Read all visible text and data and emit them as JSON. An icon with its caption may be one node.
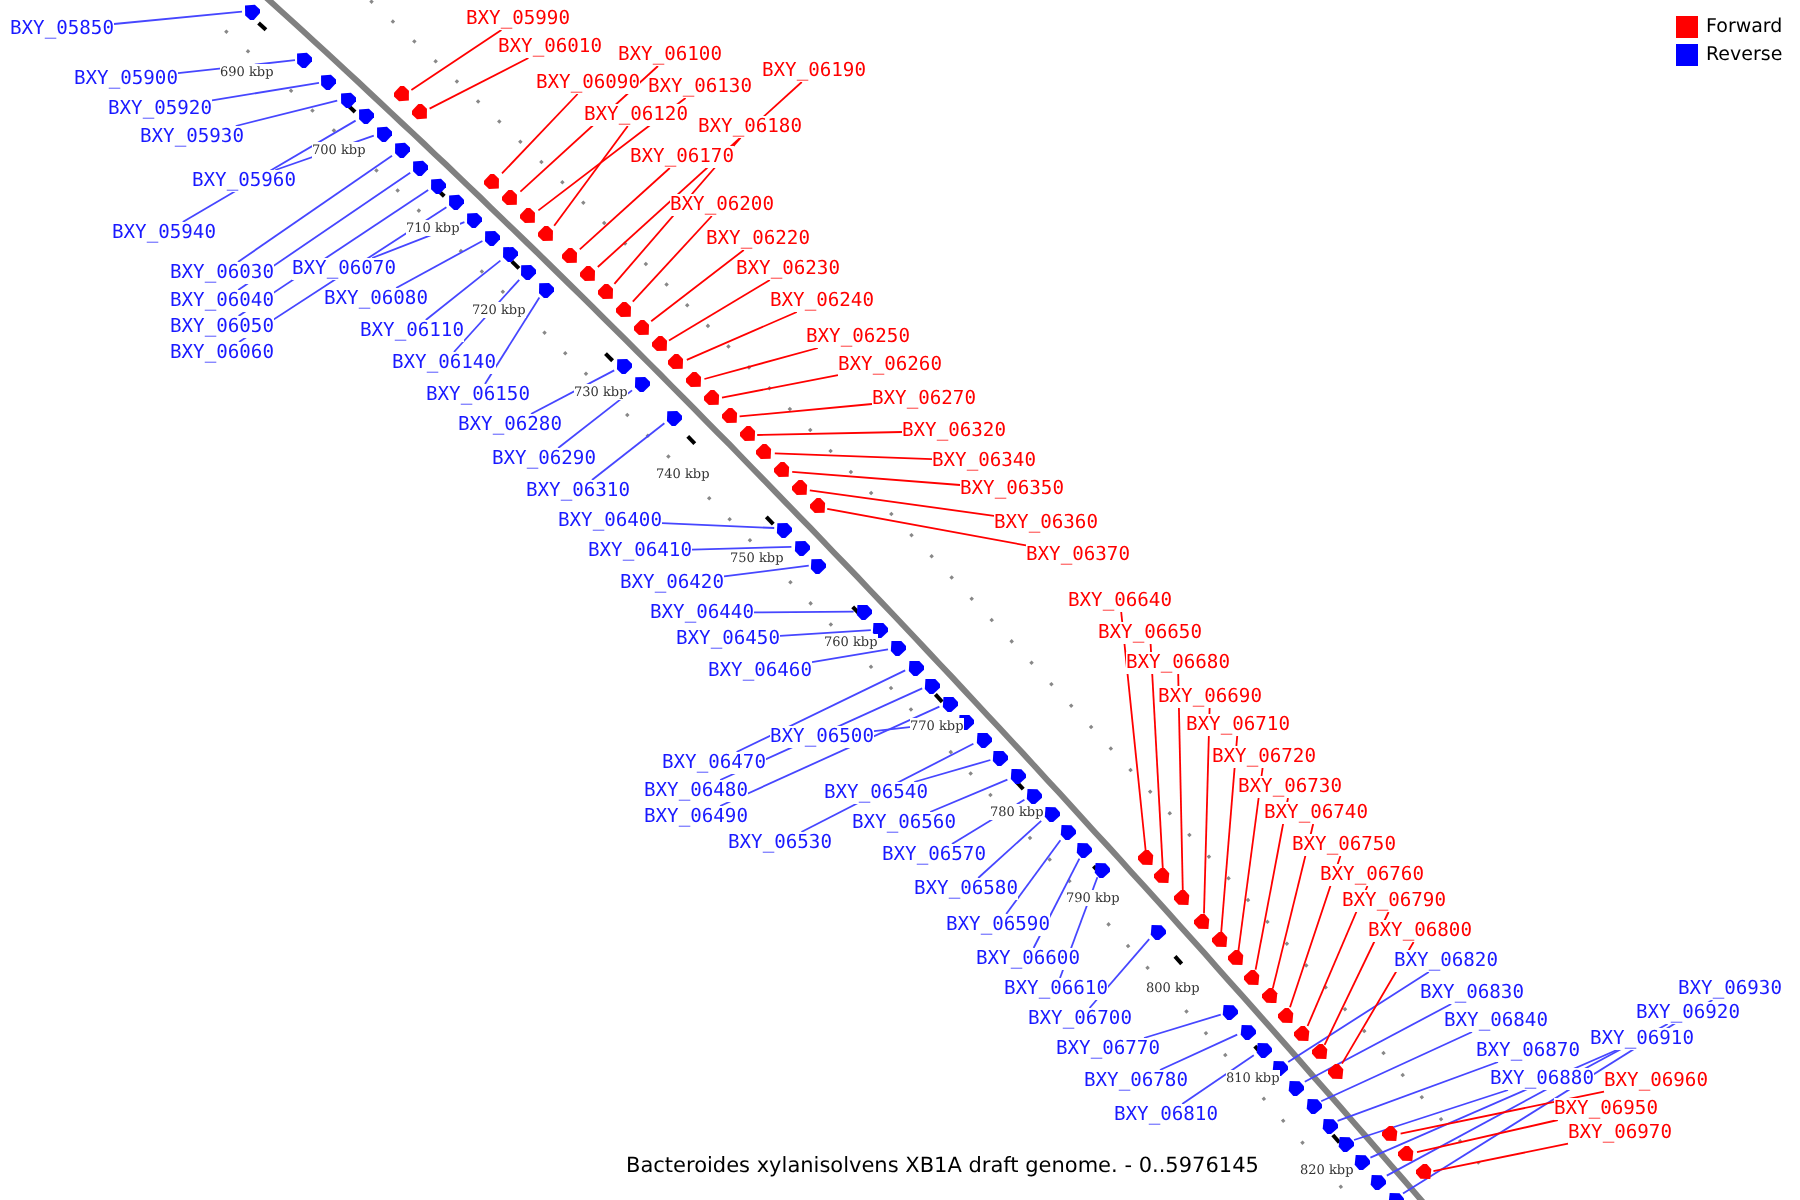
{
  "diagram": {
    "caption": "Bacteroides xylanisolvens XB1A draft genome. - 0..5976145",
    "nodes": [
      {
        "text": [
          "BXY_05850"
        ]
      },
      {
        "text": [],
        "shape": "arrow"
      },
      {
        "text": [
          "BXY_05900"
        ]
      },
      {
        "text": [],
        "shape": "arrow"
      },
      {
        "text": [
          "BXY_05920"
        ]
      },
      {
        "text": [],
        "shape": "arrow"
      },
      {
        "text": [
          "BXY_05930"
        ]
      },
      {
        "text": [],
        "shape": "arrow"
      },
      {
        "text": [
          "BXY_05960"
        ]
      },
      {
        "text": [],
        "shape": "arrow"
      },
      {
        "text": [
          "BXY_05940"
        ]
      },
      {
        "text": [],
        "shape": "arrow"
      },
      {
        "text": [
          "BXY_06030"
        ]
      },
      {
        "text": [],
        "shape": "arrow"
      },
      {
        "text": [
          "BXY_06040"
        ]
      },
      {
        "text": [],
        "shape": "arrow"
      },
      {
        "text": [
          "BXY_06050"
        ]
      },
      {
        "text": [],
        "shape": "arrow"
      },
      {
        "text": [
          "BXY_06060"
        ]
      },
      {
        "text": [],
        "shape": "arrow"
      },
      {
        "text": [
          "BXY_06070"
        ]
      },
      {
        "text": [],
        "shape": "arrow"
      },
      {
        "text": [
          "BXY_06080"
        ]
      },
      {
        "text": [],
        "shape": "arrow"
      },
      {
        "text": [
          "BXY_06110"
        ]
      },
      {
        "text": [],
        "shape": "arrow"
      },
      {
        "text": [
          "BXY_06140"
        ]
      },
      {
        "text": [],
        "shape": "arrow"
      },
      {
        "text": [
          "BXY_06150"
        ]
      },
      {
        "text": [],
        "shape": "arrow"
      },
      {
        "text": [
          "BXY_06280"
        ]
      },
      {
        "text": [],
        "shape": "arrow"
      },
      {
        "text": [
          "BXY_06290"
        ]
      },
      {
        "text": [],
        "shape": "arrow"
      },
      {
        "text": [
          "BXY_06310"
        ]
      },
      {
        "text": [],
        "shape": "arrow"
      },
      {
        "text": [
          "BXY_06400"
        ]
      },
      {
        "text": [],
        "shape": "arrow"
      },
      {
        "text": [
          "BXY_06410"
        ]
      },
      {
        "text": [],
        "shape": "arrow"
      },
      {
        "text": [
          "BXY_06420"
        ]
      },
      {
        "text": [],
        "shape": "arrow"
      },
      {
        "text": [
          "BXY_06440"
        ]
      },
      {
        "text": [],
        "shape": "arrow"
      },
      {
        "text": [
          "BXY_06450"
        ]
      },
      {
        "text": [],
        "shape": "arrow"
      },
      {
        "text": [
          "BXY_06460"
        ]
      },
      {
        "text": [],
        "shape": "arrow"
      },
      {
        "text": [
          "BXY_06470"
        ]
      },
      {
        "text": [],
        "shape": "arrow"
      },
      {
        "text": [
          "BXY_06480"
        ]
      },
      {
        "text": [],
        "shape": "arrow"
      },
      {
        "text": [
          "BXY_06490"
        ]
      },
      {
        "text": [],
        "shape": "arrow"
      },
      {
        "text": [
          "BXY_06500"
        ]
      },
      {
        "text": [],
        "shape": "arrow"
      },
      {
        "text": [
          "BXY_06530"
        ]
      },
      {
        "text": [],
        "shape": "arrow"
      },
      {
        "text": [
          "BXY_06540"
        ]
      },
      {
        "text": [],
        "shape": "arrow"
      },
      {
        "text": [
          "BXY_06560"
        ]
      },
      {
        "text": [],
        "shape": "arrow"
      },
      {
        "text": [
          "BXY_06570"
        ]
      },
      {
        "text": [],
        "shape": "arrow"
      },
      {
        "text": [
          "BXY_06580"
        ]
      },
      {
        "text": [],
        "shape": "arrow"
      },
      {
        "text": [
          "BXY_06590"
        ]
      },
      {
        "text": [],
        "shape": "arrow"
      },
      {
        "text": [
          "BXY_06600"
        ]
      },
      {
        "text": [],
        "shape": "arrow"
      },
      {
        "text": [
          "BXY_06610"
        ]
      },
      {
        "text": [],
        "shape": "arrow"
      },
      {
        "text": [
          "BXY_06700"
        ]
      },
      {
        "text": [],
        "shape": "arrow"
      },
      {
        "text": [
          "BXY_06770"
        ]
      },
      {
        "text": [],
        "shape": "arrow"
      },
      {
        "text": [
          "BXY_06780"
        ]
      },
      {
        "text": [],
        "shape": "arrow"
      },
      {
        "text": [
          "BXY_06810"
        ]
      },
      {
        "text": [],
        "shape": "arrow"
      },
      {
        "text": [
          "BXY_06820"
        ]
      },
      {
        "text": [],
        "shape": "arrow"
      },
      {
        "text": [
          "BXY_06830"
        ]
      },
      {
        "text": [],
        "shape": "arrow"
      },
      {
        "text": [
          "BXY_06840"
        ]
      },
      {
        "text": [],
        "shape": "arrow"
      },
      {
        "text": [
          "BXY_06870"
        ]
      },
      {
        "text": [],
        "shape": "arrow"
      },
      {
        "text": [
          "BXY_06880"
        ]
      },
      {
        "text": [],
        "shape": "arrow"
      },
      {
        "text": [
          "BXY_06910"
        ]
      },
      {
        "text": [],
        "shape": "arrow"
      },
      {
        "text": [
          "BXY_06920"
        ]
      },
      {
        "text": [],
        "shape": "arrow"
      },
      {
        "text": [
          "BXY_06930"
        ]
      },
      {
        "text": [],
        "shape": "arrow"
      },
      {
        "text": [
          "BXY_05990"
        ]
      },
      {
        "text": [],
        "shape": "arrow"
      },
      {
        "text": [
          "BXY_06010"
        ]
      },
      {
        "text": [],
        "shape": "arrow"
      },
      {
        "text": [
          "BXY_06100"
        ]
      },
      {
        "text": [],
        "shape": "arrow"
      },
      {
        "text": [
          "BXY_06090"
        ]
      },
      {
        "text": [],
        "shape": "arrow"
      },
      {
        "text": [
          "BXY_06130"
        ]
      },
      {
        "text": [],
        "shape": "arrow"
      },
      {
        "text": [
          "BXY_06190"
        ]
      },
      {
        "text": [],
        "shape": "arrow"
      },
      {
        "text": [
          "BXY_06120"
        ]
      },
      {
        "text": [],
        "shape": "arrow"
      },
      {
        "text": [
          "BXY_06180"
        ]
      },
      {
        "text": [],
        "shape": "arrow"
      },
      {
        "text": [
          "BXY_06170"
        ]
      },
      {
        "text": [],
        "shape": "arrow"
      },
      {
        "text": [
          "BXY_06200"
        ]
      },
      {
        "text": [],
        "shape": "arrow"
      },
      {
        "text": [
          "BXY_06220"
        ]
      },
      {
        "text": [],
        "shape": "arrow"
      },
      {
        "text": [
          "BXY_06230"
        ]
      },
      {
        "text": [],
        "shape": "arrow"
      },
      {
        "text": [
          "BXY_06240"
        ]
      },
      {
        "text": [],
        "shape": "arrow"
      },
      {
        "text": [
          "BXY_06250"
        ]
      },
      {
        "text": [],
        "shape": "arrow"
      },
      {
        "text": [
          "BXY_06260"
        ]
      },
      {
        "text": [],
        "shape": "arrow"
      },
      {
        "text": [
          "BXY_06270"
        ]
      },
      {
        "text": [],
        "shape": "arrow"
      },
      {
        "text": [
          "BXY_06320"
        ]
      },
      {
        "text": [],
        "shape": "arrow"
      },
      {
        "text": [
          "BXY_06340"
        ]
      },
      {
        "text": [],
        "shape": "arrow"
      },
      {
        "text": [
          "BXY_06350"
        ]
      },
      {
        "text": [],
        "shape": "arrow"
      },
      {
        "text": [
          "BXY_06360"
        ]
      },
      {
        "text": [],
        "shape": "arrow"
      },
      {
        "text": [
          "BXY_06370"
        ]
      },
      {
        "text": [],
        "shape": "arrow"
      },
      {
        "text": [
          "BXY_06640"
        ]
      },
      {
        "text": [],
        "shape": "arrow"
      },
      {
        "text": [
          "BXY_06650"
        ]
      },
      {
        "text": [],
        "shape": "arrow"
      },
      {
        "text": [
          "BXY_06680"
        ]
      },
      {
        "text": [],
        "shape": "arrow"
      },
      {
        "text": [
          "BXY_06690"
        ]
      },
      {
        "text": [],
        "shape": "arrow"
      },
      {
        "text": [
          "BXY_06710"
        ]
      },
      {
        "text": [],
        "shape": "arrow"
      },
      {
        "text": [
          "BXY_06720"
        ]
      },
      {
        "text": [],
        "shape": "arrow"
      },
      {
        "text": [
          "BXY_06730"
        ]
      },
      {
        "text": [],
        "shape": "arrow"
      },
      {
        "text": [
          "BXY_06740"
        ]
      },
      {
        "text": [],
        "shape": "arrow"
      },
      {
        "text": [
          "BXY_06750"
        ]
      },
      {
        "text": [],
        "shape": "arrow"
      },
      {
        "text": [
          "BXY_06760"
        ]
      },
      {
        "text": [],
        "shape": "arrow"
      },
      {
        "text": [
          "BXY_06790"
        ]
      },
      {
        "text": [],
        "shape": "arrow"
      },
      {
        "text": [
          "BXY_06800"
        ]
      },
      {
        "text": [],
        "shape": "arrow"
      },
      {
        "text": [
          "BXY_06960"
        ]
      },
      {
        "text": [],
        "shape": "arrow"
      },
      {
        "text": [
          "BXY_06950"
        ]
      },
      {
        "text": [],
        "shape": "arrow"
      },
      {
        "text": [
          "BXY_06970"
        ]
      },
      {
        "text": [],
        "shape": "arrow"
      }
    ],
    "edges": [
      {
        "from": 0,
        "to": 1,
        "arrow": "none"
      },
      {
        "from": 2,
        "to": 3,
        "arrow": "none"
      },
      {
        "from": 4,
        "to": 5,
        "arrow": "none"
      },
      {
        "from": 6,
        "to": 7,
        "arrow": "none"
      },
      {
        "from": 8,
        "to": 9,
        "arrow": "none"
      },
      {
        "from": 10,
        "to": 11,
        "arrow": "none"
      },
      {
        "from": 12,
        "to": 13,
        "arrow": "none"
      },
      {
        "from": 14,
        "to": 15,
        "arrow": "none"
      },
      {
        "from": 16,
        "to": 17,
        "arrow": "none"
      },
      {
        "from": 18,
        "to": 19,
        "arrow": "none"
      },
      {
        "from": 20,
        "to": 21,
        "arrow": "none"
      },
      {
        "from": 22,
        "to": 23,
        "arrow": "none"
      },
      {
        "from": 24,
        "to": 25,
        "arrow": "none"
      },
      {
        "from": 26,
        "to": 27,
        "arrow": "none"
      },
      {
        "from": 28,
        "to": 29,
        "arrow": "none"
      },
      {
        "from": 30,
        "to": 31,
        "arrow": "none"
      },
      {
        "from": 32,
        "to": 33,
        "arrow": "none"
      },
      {
        "from": 34,
        "to": 35,
        "arrow": "none"
      },
      {
        "from": 36,
        "to": 37,
        "arrow": "none"
      },
      {
        "from": 38,
        "to": 39,
        "arrow": "none"
      },
      {
        "from": 40,
        "to": 41,
        "arrow": "none"
      },
      {
        "from": 42,
        "to": 43,
        "arrow": "none"
      },
      {
        "from": 44,
        "to": 45,
        "arrow": "none"
      },
      {
        "from": 46,
        "to": 47,
        "arrow": "none"
      },
      {
        "from": 48,
        "to": 49,
        "arrow": "none"
      },
      {
        "from": 50,
        "to": 51,
        "arrow": "none"
      },
      {
        "from": 52,
        "to": 53,
        "arrow": "none"
      },
      {
        "from": 54,
        "to": 55,
        "arrow": "none"
      },
      {
        "from": 56,
        "to": 57,
        "arrow": "none"
      },
      {
        "from": 58,
        "to": 59,
        "arrow": "none"
      },
      {
        "from": 60,
        "to": 61,
        "arrow": "none"
      },
      {
        "from": 62,
        "to": 63,
        "arrow": "none"
      },
      {
        "from": 64,
        "to": 65,
        "arrow": "none"
      },
      {
        "from": 66,
        "to": 67,
        "arrow": "none"
      },
      {
        "from": 68,
        "to": 69,
        "arrow": "none"
      },
      {
        "from": 70,
        "to": 71,
        "arrow": "none"
      },
      {
        "from": 72,
        "to": 73,
        "arrow": "none"
      },
      {
        "from": 74,
        "to": 75,
        "arrow": "none"
      },
      {
        "from": 76,
        "to": 77,
        "arrow": "none"
      },
      {
        "from": 78,
        "to": 79,
        "arrow": "none"
      },
      {
        "from": 80,
        "to": 81,
        "arrow": "none"
      },
      {
        "from": 82,
        "to": 83,
        "arrow": "none"
      },
      {
        "from": 84,
        "to": 85,
        "arrow": "none"
      },
      {
        "from": 86,
        "to": 87,
        "arrow": "none"
      },
      {
        "from": 88,
        "to": 89,
        "arrow": "none"
      },
      {
        "from": 90,
        "to": 91,
        "arrow": "none"
      },
      {
        "from": 92,
        "to": 93,
        "arrow": "none"
      },
      {
        "from": 94,
        "to": 95,
        "arrow": "none"
      },
      {
        "from": 96,
        "to": 97,
        "arrow": "none",
        "color": "#ff0000"
      },
      {
        "from": 98,
        "to": 99,
        "arrow": "none",
        "color": "#ff0000"
      },
      {
        "from": 100,
        "to": 101,
        "arrow": "none",
        "color": "#ff0000"
      },
      {
        "from": 102,
        "to": 103,
        "arrow": "none",
        "color": "#ff0000"
      },
      {
        "from": 104,
        "to": 105,
        "arrow": "none",
        "color": "#ff0000"
      },
      {
        "from": 106,
        "to": 107,
        "arrow": "none",
        "color": "#ff0000"
      },
      {
        "from": 108,
        "to": 109,
        "arrow": "none",
        "color": "#ff0000"
      },
      {
        "from": 110,
        "to": 111,
        "arrow": "none",
        "color": "#ff0000"
      },
      {
        "from": 112,
        "to": 113,
        "arrow": "none",
        "color": "#ff0000"
      },
      {
        "from": 114,
        "to": 115,
        "arrow": "none",
        "color": "#ff0000"
      },
      {
        "from": 116,
        "to": 117,
        "arrow": "none",
        "color": "#ff0000"
      },
      {
        "from": 118,
        "to": 119,
        "arrow": "none",
        "color": "#ff0000"
      },
      {
        "from": 120,
        "to": 121,
        "arrow": "none",
        "color": "#ff0000"
      },
      {
        "from": 122,
        "to": 123,
        "arrow": "none",
        "color": "#ff0000"
      },
      {
        "from": 124,
        "to": 125,
        "arrow": "none",
        "color": "#ff0000"
      },
      {
        "from": 126,
        "to": 127,
        "arrow": "none",
        "color": "#ff0000"
      },
      {
        "from": 128,
        "to": 129,
        "arrow": "none",
        "color": "#ff0000"
      },
      {
        "from": 130,
        "to": 131,
        "arrow": "none",
        "color": "#ff0000"
      },
      {
        "from": 132,
        "to": 133,
        "arrow": "none",
        "color": "#ff0000"
      },
      {
        "from": 134,
        "to": 135,
        "arrow": "none",
        "color": "#ff0000"
      },
      {
        "from": 136,
        "to": 137,
        "arrow": "none",
        "color": "#ff0000"
      },
      {
        "from": 138,
        "to": 139,
        "arrow": "none",
        "color": "#ff0000"
      },
      {
        "from": 140,
        "to": 141,
        "arrow": "none",
        "color": "#ff0000"
      },
      {
        "from": 142,
        "to": 143,
        "arrow": "none",
        "color": "#ff0000"
      },
      {
        "from": 144,
        "to": 145,
        "arrow": "none",
        "color": "#ff0000"
      },
      {
        "from": 146,
        "to": 147,
        "arrow": "none",
        "color": "#ff0000"
      },
      {
        "from": 148,
        "to": 149,
        "arrow": "none",
        "color": "#ff0000"
      },
      {
        "from": 150,
        "to": 151,
        "arrow": "none",
        "color": "#ff0000"
      },
      {
        "from": 152,
        "to": 153,
        "arrow": "none",
        "color": "#ff0000"
      },
      {
        "from": 154,
        "to": 155,
        "arrow": "none",
        "color": "#ff0000"
      },
      {
        "from": 156,
        "to": 157,
        "arrow": "none",
        "color": "#ff0000"
      },
      {
        "from": 158,
        "to": 159,
        "arrow": "none",
        "color": "#ff0000"
      },
      {
        "from": 160,
        "to": 161,
        "arrow": "none",
        "color": "#ff0000"
      },
      {
        "from": 162,
        "to": 163,
        "arrow": "none",
        "color": "#ff0000"
      },
      {
        "from": 164,
        "to": 165,
        "arrow": "none",
        "color": "#ff0000"
      },
      {
        "from": 166,
        "to": 167,
        "arrow": "none",
        "color": "#ff0000"
      }
    ],
    "labels": [
      "690 kbp",
      "700 kbp",
      "710 kbp",
      "720 kbp",
      "730 kbp",
      "740 kbp",
      "750 kbp",
      "760 kbp",
      "770 kbp",
      "780 kbp",
      "790 kbp",
      "800 kbp",
      "810 kbp",
      "820 kbp"
    ],
    "legend": [
      {
        "text": "Forward",
        "color": "#ff0000"
      },
      {
        "text": "Reverse",
        "color": "#0000ff"
      }
    ]
  }
}
